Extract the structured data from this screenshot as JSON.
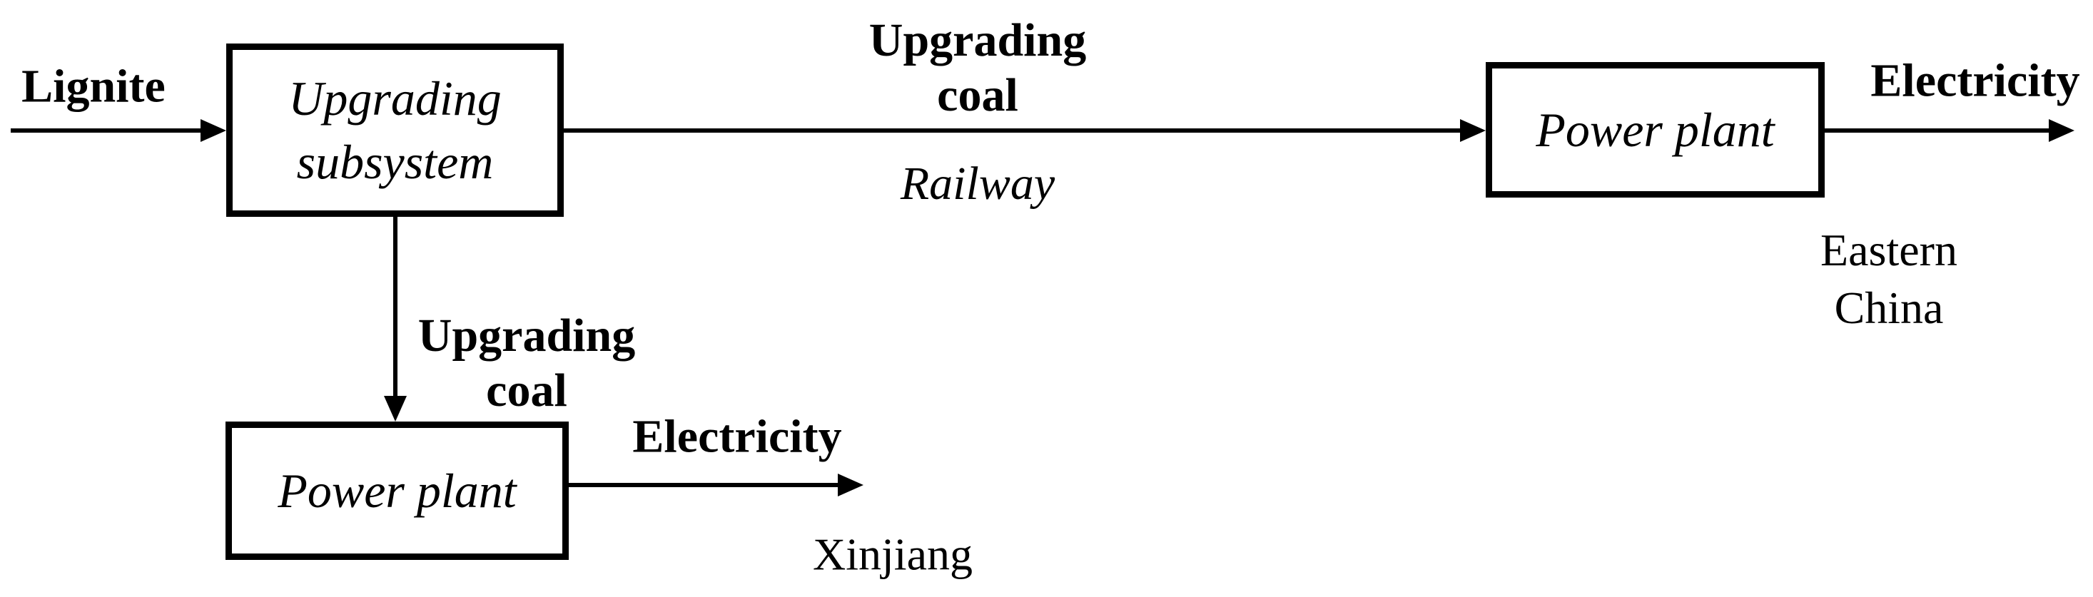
{
  "colors": {
    "ink": "#000000",
    "background": "#ffffff"
  },
  "nodes": {
    "upgrading_subsystem": {
      "line1": "Upgrading",
      "line2": "subsystem"
    },
    "power_plant_east": {
      "label": "Power plant"
    },
    "power_plant_west": {
      "label": "Power plant"
    }
  },
  "flows": {
    "lignite": {
      "label": "Lignite"
    },
    "rail": {
      "line1": "Upgrading",
      "line2": "coal",
      "mode": "Railway"
    },
    "local": {
      "line1": "Upgrading",
      "line2": "coal"
    },
    "electricity_east": {
      "label": "Electricity",
      "region_line1": "Eastern",
      "region_line2": "China"
    },
    "electricity_west": {
      "label": "Electricity",
      "region": "Xinjiang"
    }
  }
}
